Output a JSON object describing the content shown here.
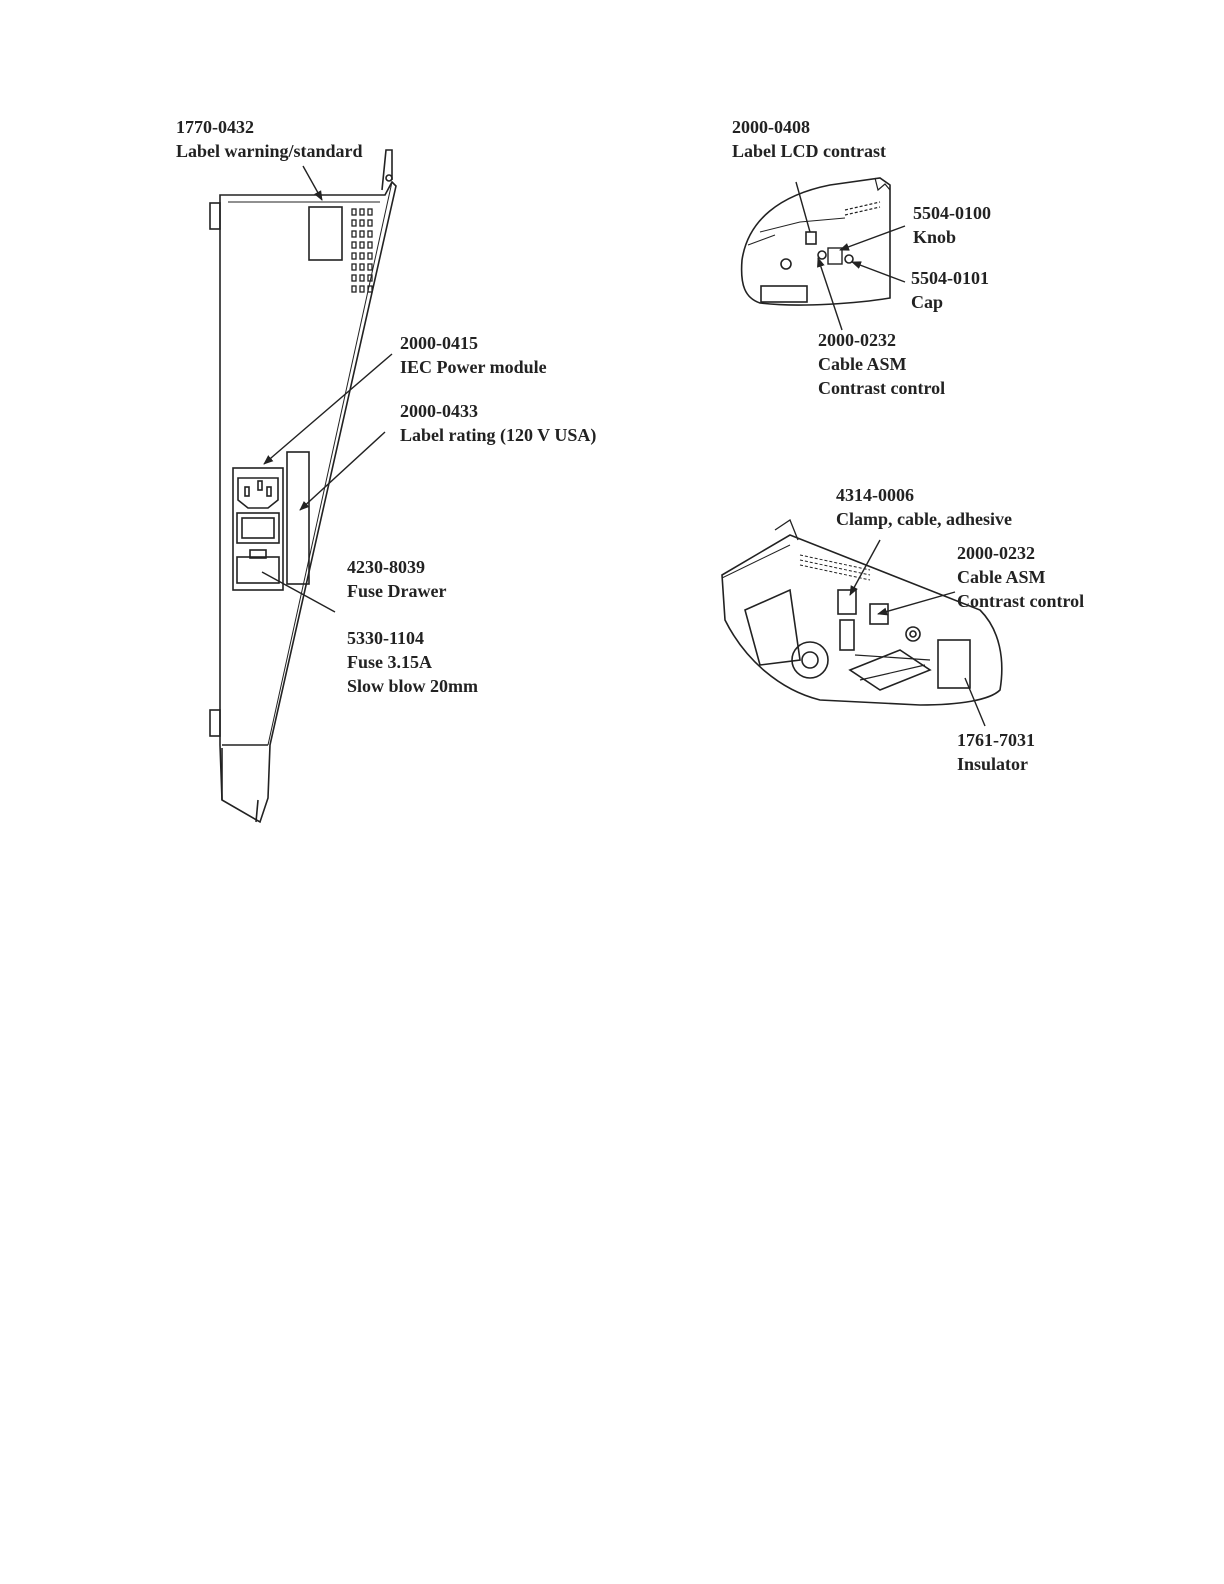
{
  "colors": {
    "ink": "#222222",
    "paper": "#ffffff",
    "shade": "#555555"
  },
  "left_figure": {
    "callouts": [
      {
        "id": "label-warning",
        "part": "1770-0432",
        "desc": [
          "Label warning/standard"
        ]
      },
      {
        "id": "iec-power-module",
        "part": "2000-0415",
        "desc": [
          "IEC Power module"
        ]
      },
      {
        "id": "label-rating",
        "part": "2000-0433",
        "desc": [
          "Label rating (120 V USA)"
        ]
      },
      {
        "id": "fuse-drawer",
        "part": "4230-8039",
        "desc": [
          "Fuse Drawer"
        ]
      },
      {
        "id": "fuse",
        "part": "5330-1104",
        "desc": [
          "Fuse 3.15A",
          "Slow blow 20mm"
        ]
      }
    ]
  },
  "right_top_figure": {
    "callouts": [
      {
        "id": "label-lcd-contrast",
        "part": "2000-0408",
        "desc": [
          "Label LCD contrast"
        ]
      },
      {
        "id": "knob",
        "part": "5504-0100",
        "desc": [
          "Knob"
        ]
      },
      {
        "id": "cap",
        "part": "5504-0101",
        "desc": [
          "Cap"
        ]
      },
      {
        "id": "cable-asm-top",
        "part": "2000-0232",
        "desc": [
          "Cable ASM",
          "Contrast control"
        ]
      }
    ]
  },
  "right_bottom_figure": {
    "callouts": [
      {
        "id": "clamp-cable",
        "part": "4314-0006",
        "desc": [
          "Clamp, cable, adhesive"
        ]
      },
      {
        "id": "cable-asm-bottom",
        "part": "2000-0232",
        "desc": [
          "Cable ASM",
          "Contrast control"
        ]
      },
      {
        "id": "insulator",
        "part": "1761-7031",
        "desc": [
          "Insulator"
        ]
      }
    ]
  }
}
